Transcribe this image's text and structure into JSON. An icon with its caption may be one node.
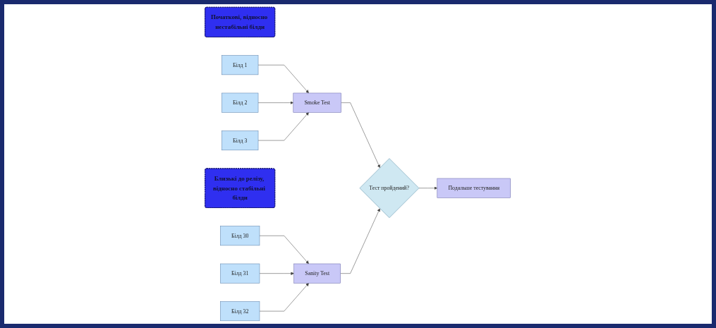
{
  "diagram": {
    "nodes": [
      {
        "text": [
          "Початкові, відносно нестабільні білди"
        ]
      },
      {
        "text": [
          "Білд 1"
        ]
      },
      {
        "text": [
          "Білд 2"
        ]
      },
      {
        "text": [
          "Білд 3"
        ]
      },
      {
        "text": [
          "Smoke Test"
        ]
      },
      {
        "text": [
          "Близькі до релізу, відносно стабільні білди"
        ]
      },
      {
        "text": [
          "Білд 30"
        ]
      },
      {
        "text": [
          "Білд 31"
        ]
      },
      {
        "text": [
          "Білд 32"
        ]
      },
      {
        "text": [
          "Sanity Test"
        ]
      },
      {
        "text": [
          "Тест пройдений?"
        ]
      },
      {
        "text": [
          "Подальше тестування"
        ]
      }
    ],
    "edges": [
      {
        "from": 1,
        "to": 4,
        "arrow": "to"
      },
      {
        "from": 2,
        "to": 4,
        "arrow": "to"
      },
      {
        "from": 3,
        "to": 4,
        "arrow": "to"
      },
      {
        "from": 6,
        "to": 9,
        "arrow": "to"
      },
      {
        "from": 7,
        "to": 9,
        "arrow": "to"
      },
      {
        "from": 8,
        "to": 9,
        "arrow": "to"
      },
      {
        "from": 4,
        "to": 10,
        "arrow": "to"
      },
      {
        "from": 9,
        "to": 10,
        "arrow": "to"
      },
      {
        "from": 10,
        "to": 11,
        "arrow": "to"
      }
    ]
  }
}
